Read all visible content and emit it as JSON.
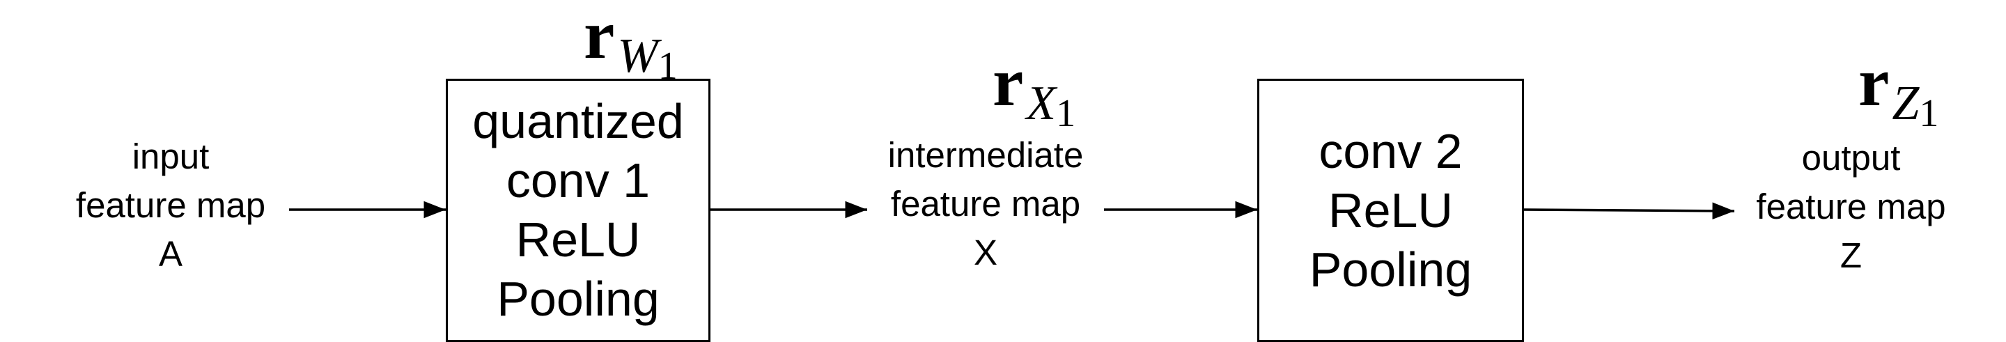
{
  "input": {
    "line1": "input",
    "line2": "feature map",
    "line3": "A"
  },
  "block1": {
    "line1": "quantized",
    "line2": "conv 1",
    "line3": "ReLU",
    "line4": "Pooling"
  },
  "intermediate": {
    "line1": "intermediate",
    "line2": "feature map",
    "line3": "X"
  },
  "block2": {
    "line1": "conv 2",
    "line2": "ReLU",
    "line3": "Pooling"
  },
  "output": {
    "line1": "output",
    "line2": "feature map",
    "line3": "Z"
  },
  "symbols": {
    "rw": {
      "base": "r",
      "sub": "W",
      "subnum": "1"
    },
    "rx": {
      "base": "r",
      "sub": "X",
      "subnum": "1"
    },
    "rz": {
      "base": "r",
      "sub": "Z",
      "subnum": "1"
    }
  }
}
